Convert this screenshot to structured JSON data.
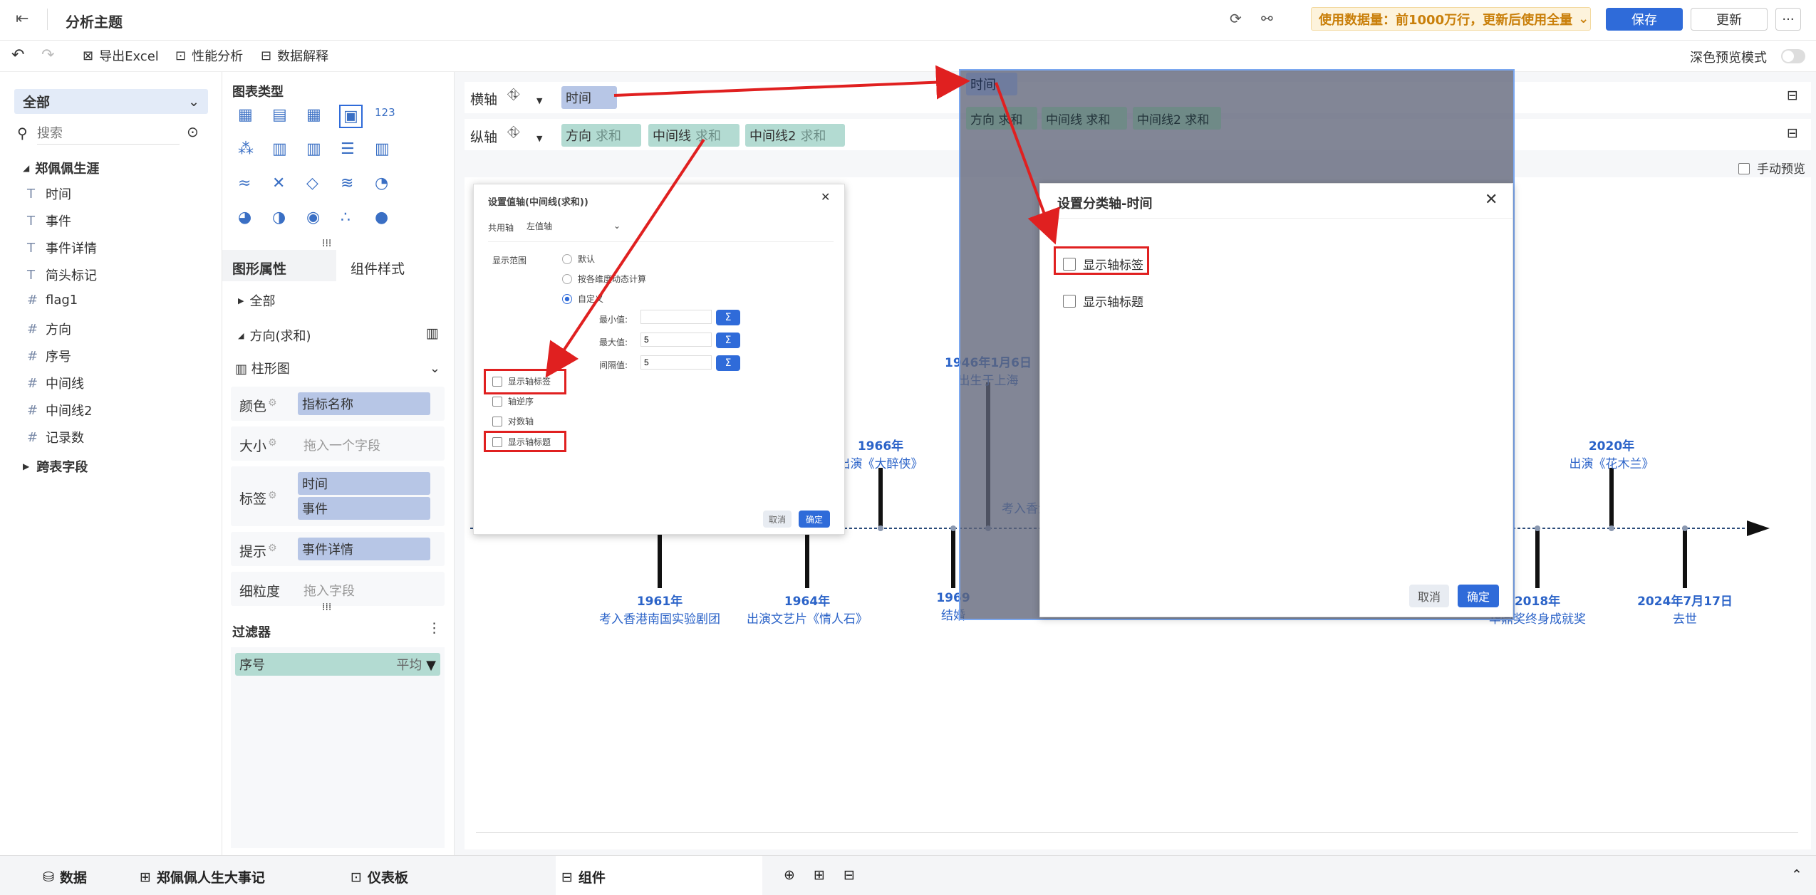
{
  "header": {
    "title": "分析主题",
    "notice": "使用数据量：前1000万行，更新后使用全量",
    "save": "保存",
    "update": "更新",
    "more": "···"
  },
  "toolbar": {
    "undo": "↶",
    "redo": "↷",
    "export": "导出Excel",
    "perf": "性能分析",
    "explain": "数据解释",
    "dark_label": "深色预览模式"
  },
  "left": {
    "scope": "全部",
    "search_placeholder": "搜索",
    "group": "郑佩佩生涯",
    "fields": [
      {
        "t": "T",
        "name": "时间"
      },
      {
        "t": "T",
        "name": "事件"
      },
      {
        "t": "T",
        "name": "事件详情"
      },
      {
        "t": "T",
        "name": "简头标记"
      },
      {
        "t": "#",
        "name": "flag1"
      },
      {
        "t": "#",
        "name": "方向"
      },
      {
        "t": "#",
        "name": "序号"
      },
      {
        "t": "#",
        "name": "中间线"
      },
      {
        "t": "#",
        "name": "中间线2"
      },
      {
        "t": "#",
        "name": "记录数"
      }
    ],
    "cross": "跨表字段"
  },
  "mid": {
    "chart_type": "图表类型",
    "props": "图形属性",
    "style": "组件样式",
    "all": "全部",
    "dir": "方向(求和)",
    "bar": "柱形图",
    "color": "颜色",
    "color_val": "指标名称",
    "size": "大小",
    "size_ph": "拖入一个字段",
    "label": "标签",
    "label_v1": "时间",
    "label_v2": "事件",
    "tip": "提示",
    "tip_val": "事件详情",
    "gran": "细粒度",
    "gran_ph": "拖入字段",
    "filter": "过滤器",
    "filter_field": "序号",
    "filter_agg": "平均"
  },
  "axes": {
    "x_label": "横轴",
    "y_label": "纵轴",
    "x_field": "时间",
    "y_fields": [
      {
        "name": "方向",
        "agg": "求和"
      },
      {
        "name": "中间线",
        "agg": "求和"
      },
      {
        "name": "中间线2",
        "agg": "求和"
      }
    ],
    "manual": "手动预览"
  },
  "dialog_small": {
    "title": "设置值轴(中间线(求和))",
    "share": "共用轴",
    "share_val": "左值轴",
    "range": "显示范围",
    "opt_default": "默认",
    "opt_dyn": "按各维度动态计算",
    "opt_custom": "自定义",
    "min": "最小值:",
    "max": "最大值:",
    "max_val": "5",
    "step": "间隔值:",
    "step_val": "5",
    "show_tick": "显示轴标签",
    "reverse": "轴逆序",
    "log": "对数轴",
    "show_title": "显示轴标题",
    "cancel": "取消",
    "ok": "确定"
  },
  "dialog_big": {
    "title": "设置分类轴-时间",
    "show_tick": "显示轴标签",
    "show_title": "显示轴标题",
    "cancel": "取消",
    "ok": "确定"
  },
  "overlay": {
    "x_field": "时间",
    "y_fields": [
      "方向 求和",
      "中间线 求和",
      "中间线2 求和"
    ]
  },
  "timeline": [
    {
      "date": "1961年",
      "event": "考入香港南国实验剧团"
    },
    {
      "date": "1964年",
      "event": "出演文艺片《情人石》"
    },
    {
      "date": "1966年",
      "event": "出演《大醉侠》"
    },
    {
      "date": "1969",
      "event": "结婚"
    },
    {
      "date": "1946年1月6日",
      "event": "出生于上海"
    },
    {
      "date": "",
      "event": "考入香港"
    },
    {
      "date": "2018年",
      "event": "华鼎奖终身成就奖"
    },
    {
      "date": "2020年",
      "event": "出演《花木兰》"
    },
    {
      "date": "2024年7月17日",
      "event": "去世"
    }
  ],
  "bottom": {
    "data": "数据",
    "tab1": "郑佩佩人生大事记",
    "tab2": "仪表板",
    "tab3": "组件"
  },
  "colors": {
    "accent": "#2f6bd9",
    "chip": "#b7c6e6",
    "chip2": "#b3dbd2",
    "notice_bg": "#fdf3dc",
    "notice_fg": "#c97f0a",
    "red": "#e02020"
  }
}
